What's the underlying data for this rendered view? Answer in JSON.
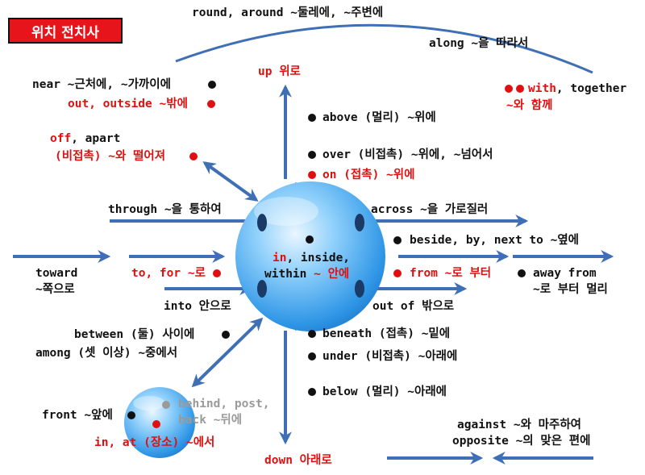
{
  "title": "위치 전치사",
  "top": {
    "round": "round, around ~둘레에, ~주변에",
    "along": "along ~을 따라서"
  },
  "up": "up 위로",
  "down": "down 아래로",
  "near": {
    "near": "near ~근처에, ~가까이에",
    "out_word": "out",
    "out_rest": ", outside ~밖에"
  },
  "off": {
    "line1_word": "off",
    "line1_rest": ", apart",
    "line2": "(비접촉) ~와 떨어져"
  },
  "with": {
    "with_word": "with",
    "with_rest": ", together",
    "line2": "~와 함께"
  },
  "above": "above (멀리) ~위에",
  "over": "over (비접촉) ~위에, ~넘어서",
  "on": "on (접촉) ~위에",
  "through": "through ~을 통하여",
  "across": "across ~을 가로질러",
  "beside": "beside, by, next to ~옆에",
  "toward": {
    "line1": "toward",
    "line2": "~쪽으로"
  },
  "to_for": "to, for ~로",
  "center": {
    "line1_word": "in",
    "line1_rest": ", inside,",
    "line2_word": "within",
    "line2_rest": " ~ 안에"
  },
  "from": "from ~로 부터",
  "away": {
    "line1": "away from",
    "line2": "~로 부터 멀리"
  },
  "into": "into 안으로",
  "out_of": "out of 밖으로",
  "between": "between (둘) 사이에",
  "among": "among (셋 이상) ~중에서",
  "beneath": "beneath (접촉) ~밑에",
  "under": "under (비접촉) ~아래에",
  "below": "below (멀리) ~아래에",
  "front": "front ~앞에",
  "behind": {
    "line1": "behind, post,",
    "line2": "back ~뒤에"
  },
  "in_at": "in, at (장소) ~에서",
  "against": {
    "line1": "against ~와 마주하여",
    "line2": "opposite ~의 맞은 편에"
  },
  "colors": {
    "red": "#e01010",
    "arrow": "#3f6fb5",
    "sphere": "#49a8ea"
  }
}
